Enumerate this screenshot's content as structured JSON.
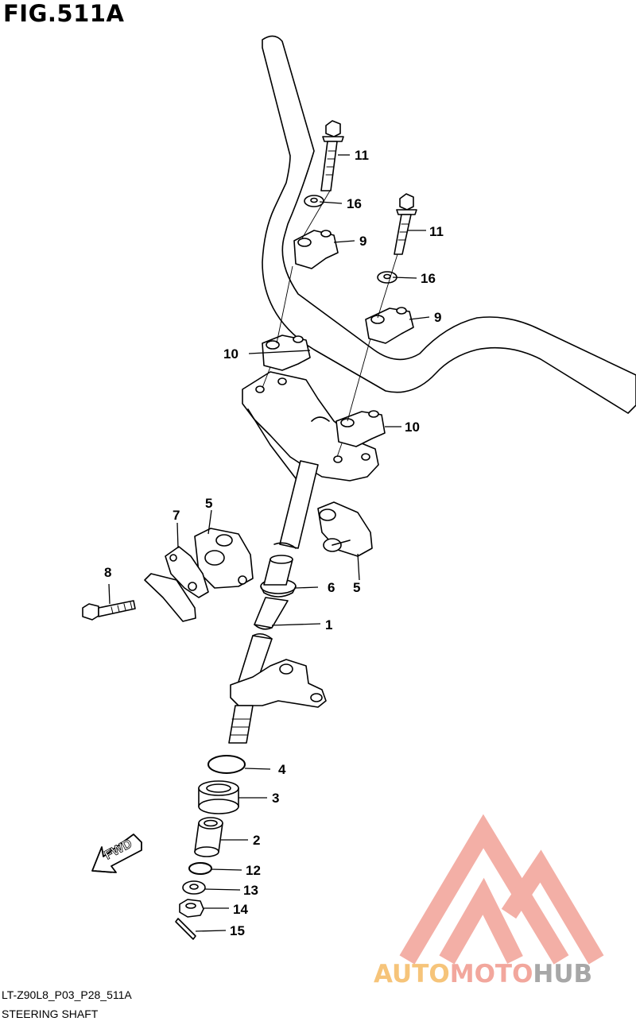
{
  "figure": {
    "title": "FIG.511A"
  },
  "footer": {
    "code": "LT-Z90L8_P03_P28_511A",
    "caption": "STEERING SHAFT"
  },
  "fwd_arrow": {
    "label": "FWD"
  },
  "watermark": {
    "part1": "AUTO",
    "part2": "MOTO",
    "part3": "HUB",
    "colors": [
      "#f6c47a",
      "#f2a79d",
      "#a7a7a7"
    ]
  },
  "callouts": [
    {
      "id": "c1",
      "label": "1"
    },
    {
      "id": "c2",
      "label": "2"
    },
    {
      "id": "c3",
      "label": "3"
    },
    {
      "id": "c4",
      "label": "4"
    },
    {
      "id": "c5a",
      "label": "5"
    },
    {
      "id": "c5b",
      "label": "5"
    },
    {
      "id": "c6",
      "label": "6"
    },
    {
      "id": "c7",
      "label": "7"
    },
    {
      "id": "c8",
      "label": "8"
    },
    {
      "id": "c9a",
      "label": "9"
    },
    {
      "id": "c9b",
      "label": "9"
    },
    {
      "id": "c10a",
      "label": "10"
    },
    {
      "id": "c10b",
      "label": "10"
    },
    {
      "id": "c11a",
      "label": "11"
    },
    {
      "id": "c11b",
      "label": "11"
    },
    {
      "id": "c12",
      "label": "12"
    },
    {
      "id": "c13",
      "label": "13"
    },
    {
      "id": "c14",
      "label": "14"
    },
    {
      "id": "c15",
      "label": "15"
    },
    {
      "id": "c16a",
      "label": "16"
    },
    {
      "id": "c16b",
      "label": "16"
    }
  ]
}
